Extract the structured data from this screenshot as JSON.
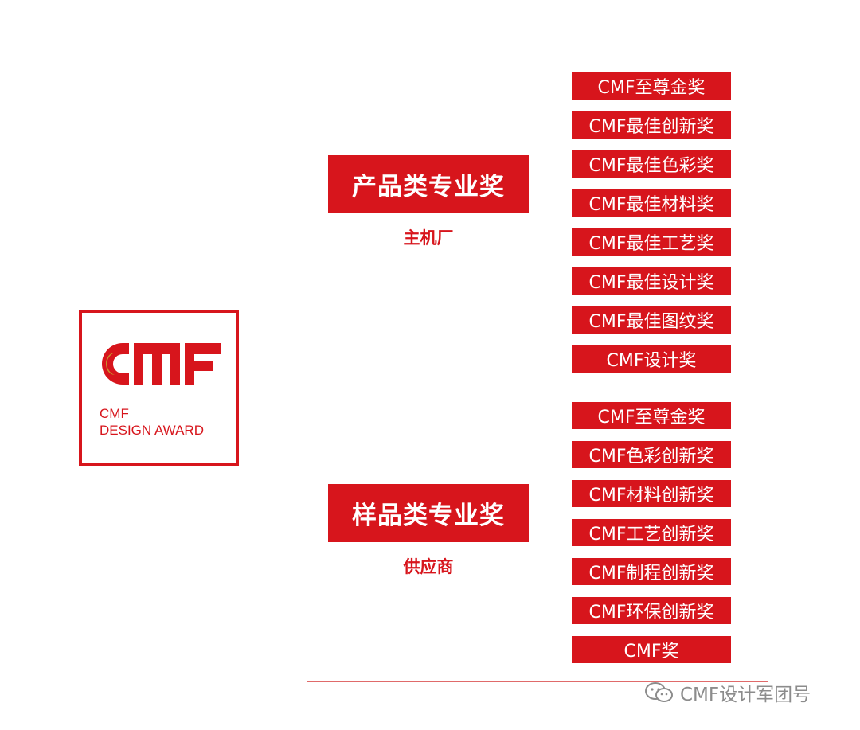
{
  "logo": {
    "line1": "CMF",
    "line2": "DESIGN AWARD",
    "brand_color": "#d7151c",
    "accent_gold": "#c7922e"
  },
  "groups": [
    {
      "title": "产品类专业奖",
      "subtitle": "主机厂",
      "awards": [
        "CMF至尊金奖",
        "CMF最佳创新奖",
        "CMF最佳色彩奖",
        "CMF最佳材料奖",
        "CMF最佳工艺奖",
        "CMF最佳设计奖",
        "CMF最佳图纹奖",
        "CMF设计奖"
      ]
    },
    {
      "title": "样品类专业奖",
      "subtitle": "供应商",
      "awards": [
        "CMF至尊金奖",
        "CMF色彩创新奖",
        "CMF材料创新奖",
        "CMF工艺创新奖",
        "CMF制程创新奖",
        "CMF环保创新奖",
        "CMF奖"
      ]
    }
  ],
  "watermark": {
    "text": "CMF设计军团号",
    "icon": "wechat-icon"
  }
}
